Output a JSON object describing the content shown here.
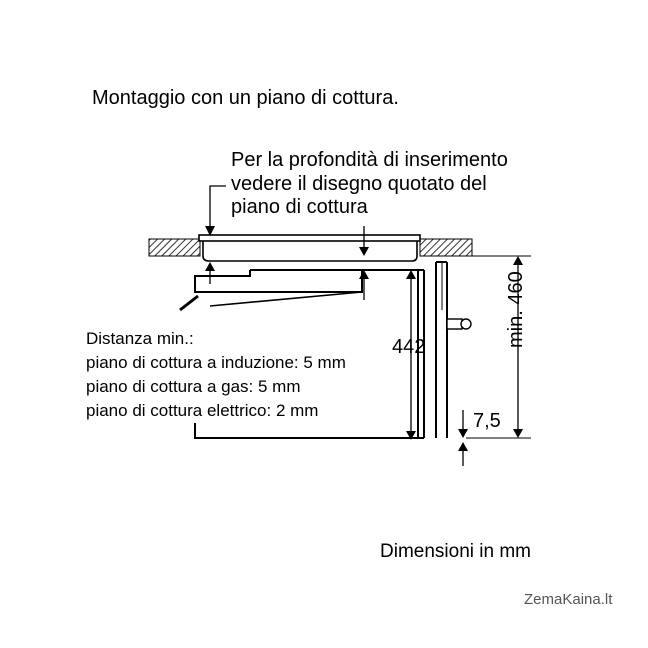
{
  "title": "Montaggio con un piano di cottura.",
  "note_lines": [
    "Per la profondità di inserimento",
    "vedere il disegno quotato del",
    "piano di cottura"
  ],
  "distance_lines": [
    "Distanza min.:",
    "piano di cottura a induzione: 5 mm",
    "piano di cottura a gas: 5 mm",
    "piano di cottura elettrico: 2 mm"
  ],
  "dimensions": {
    "depth_442": "442",
    "height_min_460": "min. 460",
    "gap_7_5": "7,5"
  },
  "units_caption": "Dimensioni in mm",
  "watermark": "ZemaKaina.lt"
}
